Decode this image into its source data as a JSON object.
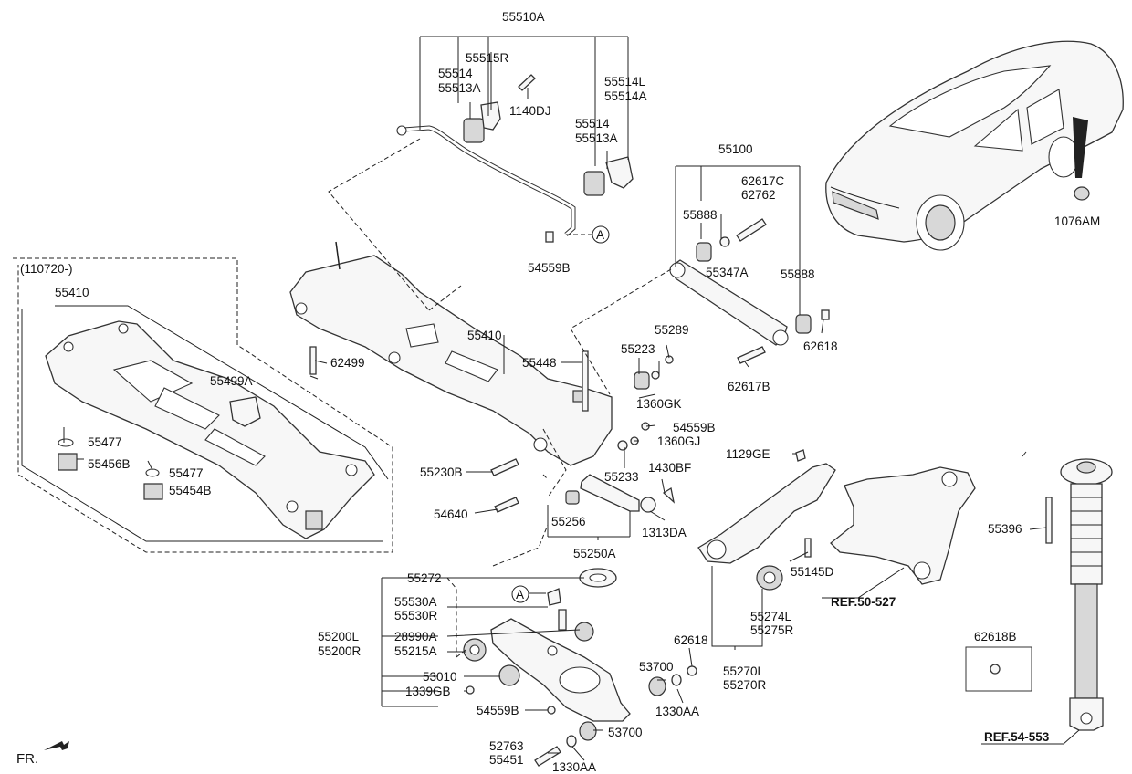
{
  "labels": {
    "l55510A": "55510A",
    "l55515R": "55515R",
    "l55514_a": "55514",
    "l55513A_a": "55513A",
    "l1140DJ": "1140DJ",
    "l55514L": "55514L",
    "l55514A": "55514A",
    "l55514_b": "55514",
    "l55513A_b": "55513A",
    "l54559B_top": "54559B",
    "lA_top": "A",
    "l55100": "55100",
    "l62617C": "62617C",
    "l62762": "62762",
    "l55888_a": "55888",
    "l55347A": "55347A",
    "l55888_b": "55888",
    "l62618_a": "62618",
    "l62617B": "62617B",
    "l1076AM": "1076AM",
    "l110720": "(110720-)",
    "l55410_left": "55410",
    "l55499A": "55499A",
    "l55477_a": "55477",
    "l55456B": "55456B",
    "l55477_b": "55477",
    "l55454B": "55454B",
    "l62499": "62499",
    "l55410_mid": "55410",
    "l55448": "55448",
    "l55223": "55223",
    "l55289": "55289",
    "l1360GK": "1360GK",
    "l54559B_mid": "54559B",
    "l1360GJ": "1360GJ",
    "l55230B": "55230B",
    "l55233": "55233",
    "l1430BF": "1430BF",
    "l54640": "54640",
    "l55256": "55256",
    "l1313DA": "1313DA",
    "l55250A": "55250A",
    "l1129GE": "1129GE",
    "l55145D": "55145D",
    "l55396": "55396",
    "lREF50": "REF.50-527",
    "l55272": "55272",
    "lA_bot": "A",
    "l55530A": "55530A",
    "l55530R": "55530R",
    "l55200L": "55200L",
    "l55200R": "55200R",
    "l28990A": "28990A",
    "l55215A": "55215A",
    "l53010": "53010",
    "l1339GB": "1339GB",
    "l54559B_bot": "54559B",
    "l62618_b": "62618",
    "l53700_a": "53700",
    "l1330AA_a": "1330AA",
    "l55274L": "55274L",
    "l55275R": "55275R",
    "l55270L": "55270L",
    "l55270R": "55270R",
    "l62618B": "62618B",
    "lREF54": "REF.54-553",
    "l53700_b": "53700",
    "l52763": "52763",
    "l55451": "55451",
    "l1330AA_b": "1330AA",
    "lFR": "FR."
  }
}
